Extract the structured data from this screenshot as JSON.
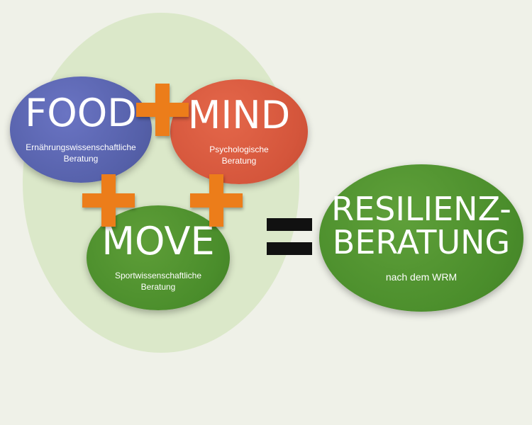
{
  "diagram": {
    "food": {
      "title": "FOOD",
      "subtitle": "Ernährungswissenschaftliche Beratung",
      "color": "#5560a9"
    },
    "mind": {
      "title": "MIND",
      "subtitle": "Psychologische Beratung",
      "color": "#d4553b"
    },
    "move": {
      "title": "MOVE",
      "subtitle": "Sportwissenschaftliche Beratung",
      "color": "#4a8d2b"
    },
    "result": {
      "title_line1": "RESILIENZ-",
      "title_line2": "BERATUNG",
      "subtitle": "nach dem WRM",
      "color": "#4a8d2b"
    },
    "operator_color": "#ec7d1a",
    "equals_color": "#111111",
    "background_color": "#eff1e8",
    "blob_color": "#dbe8c9"
  }
}
